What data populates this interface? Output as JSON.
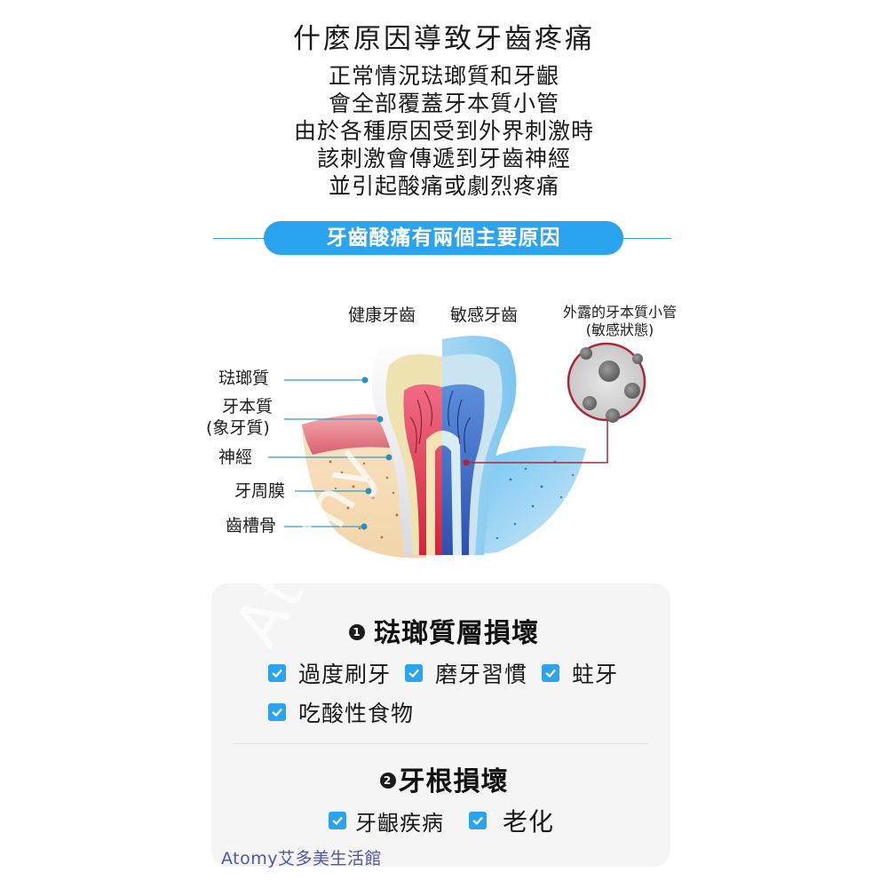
{
  "header": {
    "title": "什麼原因導致牙齒疼痛",
    "intro_lines": [
      "正常情況琺瑯質和牙齦",
      "會全部覆蓋牙本質小管",
      "由於各種原因受到外界刺激時",
      "該刺激會傳遞到牙齒神經",
      "並引起酸痛或劇烈疼痛"
    ]
  },
  "banner": {
    "label": "牙齒酸痛有兩個主要原因",
    "color": "#2aa4ee"
  },
  "diagram": {
    "top_labels": {
      "healthy": "健康牙齒",
      "sensitive": "敏感牙齒",
      "exposed_line1": "外露的牙本質小管",
      "exposed_line2": "(敏感狀態)"
    },
    "side_labels": [
      {
        "text": "琺瑯質"
      },
      {
        "text": "牙本質",
        "sub": "(象牙質)"
      },
      {
        "text": "神經"
      },
      {
        "text": "牙周膜"
      },
      {
        "text": "齒槽骨"
      }
    ],
    "colors": {
      "label_line": "#3a9cc4",
      "pointer_line": "#b0273a",
      "gum": "#e47a86",
      "bone": "#f6dcb4",
      "sensitive_blue": "#3a9ee6"
    }
  },
  "card": {
    "watermark": "Atomy",
    "section1": {
      "number": "1",
      "title": "琺瑯質層損壞",
      "items": [
        "過度刷牙",
        "磨牙習慣",
        "蛀牙",
        "吃酸性食物"
      ]
    },
    "section2": {
      "number": "2",
      "title": "牙根損壞",
      "items": [
        "牙齦疾病",
        "老化"
      ]
    },
    "footer": "Atomy艾多美生活館"
  }
}
